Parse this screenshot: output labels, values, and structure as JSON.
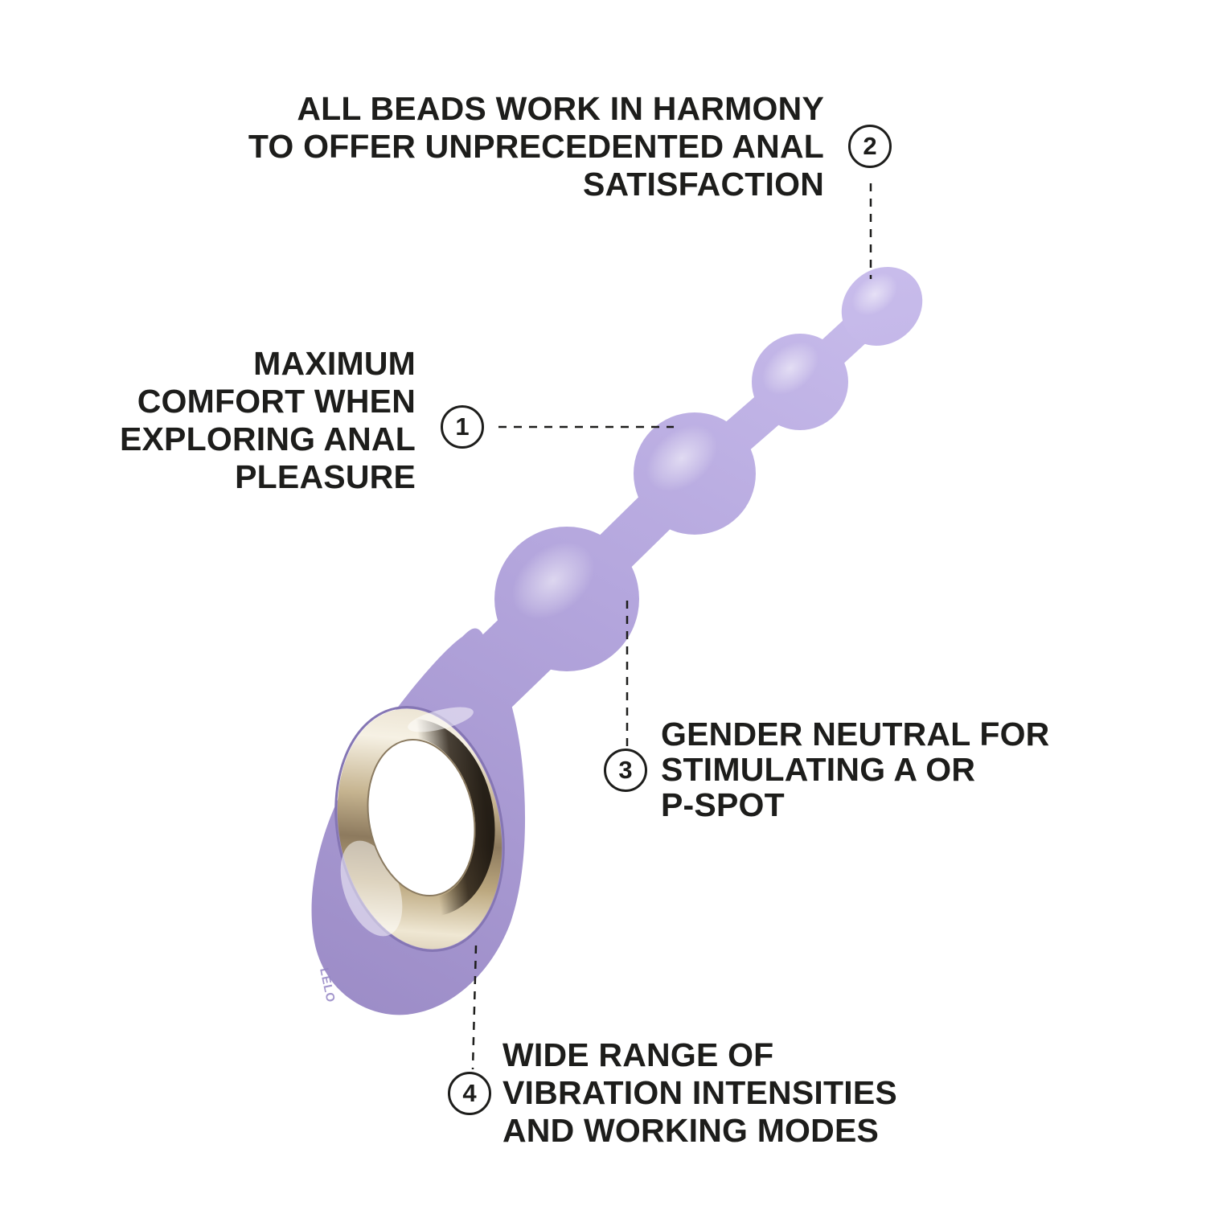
{
  "figure": {
    "type": "product-feature-diagram",
    "background": "#ffffff"
  },
  "product": {
    "description": "purple silicone anal beads massager with gold ring handle",
    "brand_mark": "LELO"
  },
  "callouts": [
    {
      "number": "1",
      "lines": [
        "MAXIMUM",
        "COMFORT WHEN",
        "EXPLORING ANAL",
        "PLEASURE"
      ]
    },
    {
      "number": "2",
      "lines": [
        "ALL BEADS WORK IN HARMONY",
        "TO OFFER UNPRECEDENTED ANAL",
        "SATISFACTION"
      ]
    },
    {
      "number": "3",
      "lines": [
        "GENDER NEUTRAL FOR",
        "STIMULATING A OR",
        "P-SPOT"
      ]
    },
    {
      "number": "4",
      "lines": [
        "WIDE RANGE OF",
        "VIBRATION INTENSITIES",
        "AND WORKING MODES"
      ]
    }
  ],
  "colors": {
    "text": "#1d1d1b",
    "leader_line": "#1d1d1b",
    "body_purple": "#b4a6dd",
    "body_purple_light": "#c9bdec",
    "body_purple_shadow": "#9a8ac5",
    "gold_light": "#f6f1e4",
    "gold_mid": "#c6b490",
    "gold_dark": "#8d7a5e",
    "ring_inner_dark": "#2a2117",
    "background": "#ffffff"
  }
}
